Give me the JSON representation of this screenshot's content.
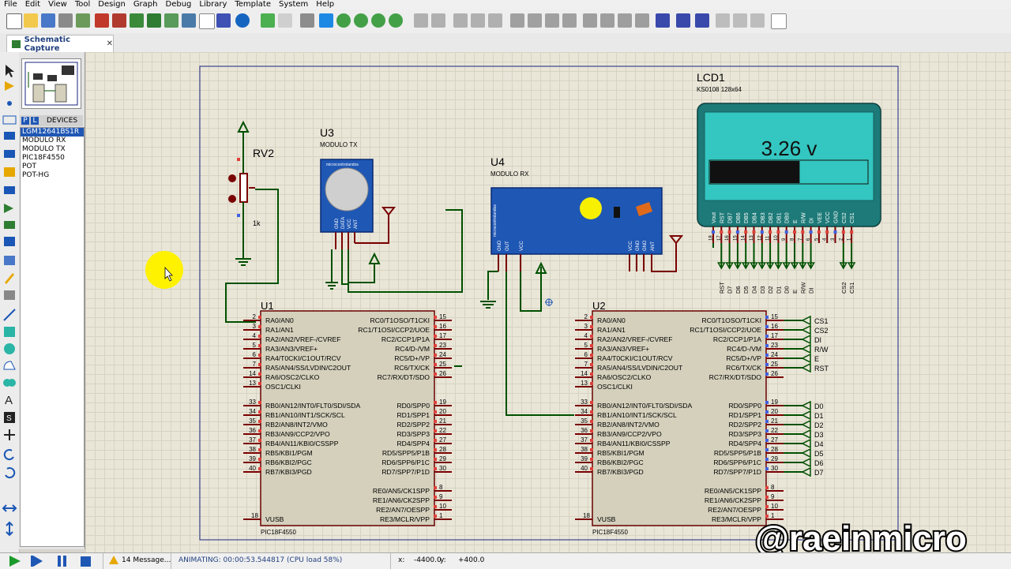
{
  "menu": [
    "File",
    "Edit",
    "View",
    "Tool",
    "Design",
    "Graph",
    "Debug",
    "Library",
    "Template",
    "System",
    "Help"
  ],
  "tab": {
    "label": "Schematic Capture",
    "close": "✕"
  },
  "devices": {
    "header_p": "P",
    "header_l": "L",
    "header": "DEVICES",
    "items": [
      "LGM12641BS1R",
      "MODULO RX",
      "MODULO TX",
      "PIC18F4550",
      "POT",
      "POT-HG"
    ]
  },
  "lcd": {
    "ref": "LCD1",
    "type": "KS0108 128x64",
    "value": "3.26  v",
    "bar_fraction": 0.57,
    "top_pins": [
      "Vout",
      "RST",
      "DB7",
      "DB6",
      "DB5",
      "DB4",
      "DB3",
      "DB2",
      "DB1",
      "DB0",
      "E",
      "R/W",
      "DI",
      "VEE",
      "VCC",
      "GND",
      "CS2",
      "CS1"
    ],
    "pin_nums": [
      "18",
      "17",
      "16",
      "15",
      "14",
      "13",
      "12",
      "11",
      "10",
      "9",
      "8",
      "7",
      "6",
      "5",
      "4",
      "3",
      "2",
      "1"
    ],
    "bottom_labels": [
      "RST",
      "D7",
      "D6",
      "D5",
      "D4",
      "D3",
      "D2",
      "D1",
      "D0",
      "E",
      "R/W",
      "DI",
      "CS2",
      "CS1"
    ]
  },
  "rv2": {
    "ref": "RV2",
    "value": "1k"
  },
  "u3": {
    "ref": "U3",
    "type": "MODULO TX",
    "brand": "microcontrolandos",
    "pins": [
      "GND",
      "DATA",
      "VCC",
      "ANT"
    ]
  },
  "u4": {
    "ref": "U4",
    "type": "MODULO RX",
    "brand": "microcontrolandos",
    "pins_left": [
      "GND",
      "OUT",
      "VCC"
    ],
    "pins_right": [
      "VCC",
      "GND",
      "GND",
      "ANT"
    ]
  },
  "mcu": {
    "type": "PIC18F4550",
    "left_pins": [
      [
        "2",
        "RA0/AN0"
      ],
      [
        "3",
        "RA1/AN1"
      ],
      [
        "4",
        "RA2/AN2/VREF-/CVREF"
      ],
      [
        "5",
        "RA3/AN3/VREF+"
      ],
      [
        "6",
        "RA4/T0CKI/C1OUT/RCV"
      ],
      [
        "7",
        "RA5/AN4/SS/LVDIN/C2OUT"
      ],
      [
        "14",
        "RA6/OSC2/CLKO"
      ],
      [
        "13",
        "OSC1/CLKI"
      ],
      [
        "33",
        "RB0/AN12/INT0/FLT0/SDI/SDA"
      ],
      [
        "34",
        "RB1/AN10/INT1/SCK/SCL"
      ],
      [
        "35",
        "RB2/AN8/INT2/VMO"
      ],
      [
        "36",
        "RB3/AN9/CCP2/VPO"
      ],
      [
        "37",
        "RB4/AN11/KBI0/CSSPP"
      ],
      [
        "38",
        "RB5/KBI1/PGM"
      ],
      [
        "39",
        "RB6/KBI2/PGC"
      ],
      [
        "40",
        "RB7/KBI3/PGD"
      ]
    ],
    "right_pins": [
      [
        "15",
        "RC0/T1OSO/T1CKI"
      ],
      [
        "16",
        "RC1/T1OSI/CCP2/UOE"
      ],
      [
        "17",
        "RC2/CCP1/P1A"
      ],
      [
        "23",
        "RC4/D-/VM"
      ],
      [
        "24",
        "RC5/D+/VP"
      ],
      [
        "25",
        "RC6/TX/CK"
      ],
      [
        "26",
        "RC7/RX/DT/SDO"
      ],
      [
        "19",
        "RD0/SPP0"
      ],
      [
        "20",
        "RD1/SPP1"
      ],
      [
        "21",
        "RD2/SPP2"
      ],
      [
        "22",
        "RD3/SPP3"
      ],
      [
        "27",
        "RD4/SPP4"
      ],
      [
        "28",
        "RD5/SPP5/P1B"
      ],
      [
        "29",
        "RD6/SPP6/P1C"
      ],
      [
        "30",
        "RD7/SPP7/P1D"
      ],
      [
        "8",
        "RE0/AN5/CK1SPP"
      ],
      [
        "9",
        "RE1/AN6/CK2SPP"
      ],
      [
        "10",
        "RE2/AN7/OESPP"
      ],
      [
        "1",
        "RE3/MCLR/VPP"
      ]
    ],
    "vusb": [
      "18",
      "VUSB"
    ]
  },
  "u1": {
    "ref": "U1"
  },
  "u2": {
    "ref": "U2"
  },
  "u2_terminals": [
    "CS1",
    "CS2",
    "DI",
    "R/W",
    "E",
    "RST",
    "D0",
    "D1",
    "D2",
    "D3",
    "D4",
    "D5",
    "D6",
    "D7"
  ],
  "watermark": "@raeinmicro",
  "status": {
    "messages": "14 Message...",
    "animating": "ANIMATING: 00:00:53.544817 (CPU load 58%)",
    "x_label": "x:",
    "x_value": "-4400.0",
    "y_label": "y:",
    "y_value": "+400.0"
  },
  "colors": {
    "wire": "#005000",
    "pin": "#7a0000",
    "body": "#d4d0bc",
    "lcd_frame": "#1d7a78",
    "lcd_screen": "#34c6c0",
    "module": "#1f57b4",
    "border": "#1a237e"
  }
}
